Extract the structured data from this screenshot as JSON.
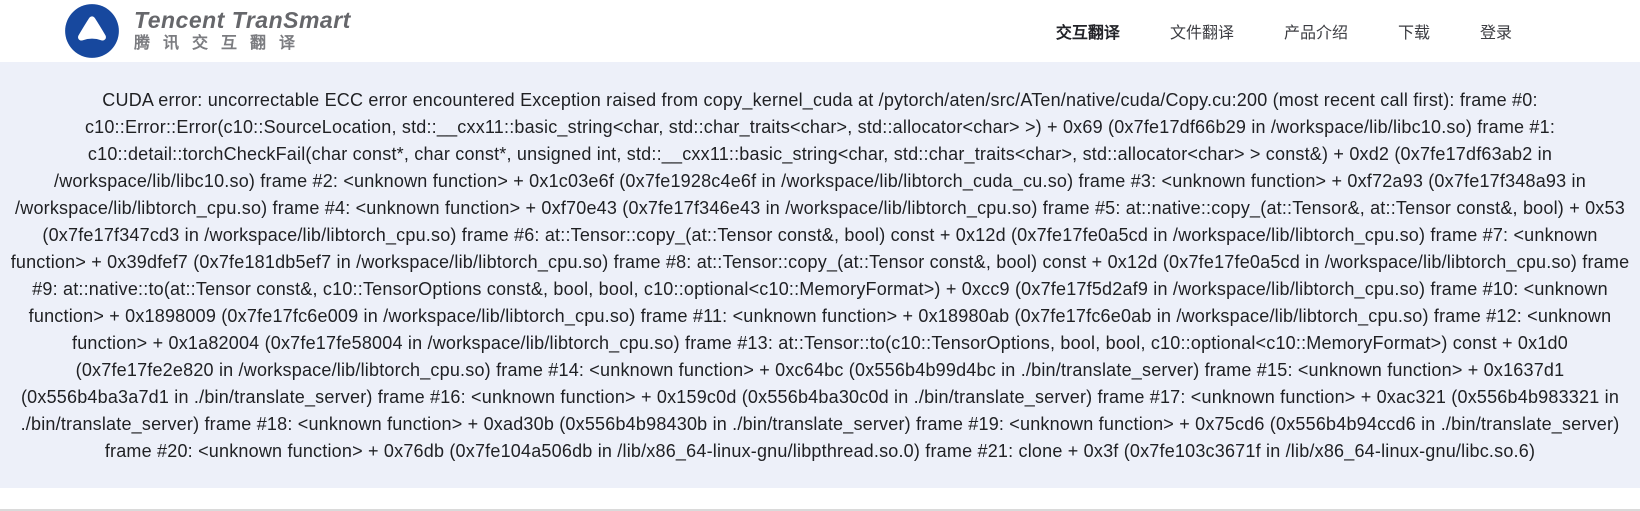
{
  "header": {
    "logo": {
      "title": "Tencent TranSmart",
      "subtitle": "腾讯交互翻译"
    },
    "nav": [
      {
        "label": "交互翻译",
        "active": true
      },
      {
        "label": "文件翻译",
        "active": false
      },
      {
        "label": "产品介绍",
        "active": false
      },
      {
        "label": "下载",
        "active": false
      },
      {
        "label": "登录",
        "active": false
      }
    ]
  },
  "main": {
    "error_text": "CUDA error: uncorrectable ECC error encountered Exception raised from copy_kernel_cuda at /pytorch/aten/src/ATen/native/cuda/Copy.cu:200 (most recent call first): frame #0: c10::Error::Error(c10::SourceLocation, std::__cxx11::basic_string<char, std::char_traits<char>, std::allocator<char> >) + 0x69 (0x7fe17df66b29 in /workspace/lib/libc10.so) frame #1: c10::detail::torchCheckFail(char const*, char const*, unsigned int, std::__cxx11::basic_string<char, std::char_traits<char>, std::allocator<char> > const&) + 0xd2 (0x7fe17df63ab2 in /workspace/lib/libc10.so) frame #2: <unknown function> + 0x1c03e6f (0x7fe1928c4e6f in /workspace/lib/libtorch_cuda_cu.so) frame #3: <unknown function> + 0xf72a93 (0x7fe17f348a93 in /workspace/lib/libtorch_cpu.so) frame #4: <unknown function> + 0xf70e43 (0x7fe17f346e43 in /workspace/lib/libtorch_cpu.so) frame #5: at::native::copy_(at::Tensor&, at::Tensor const&, bool) + 0x53 (0x7fe17f347cd3 in /workspace/lib/libtorch_cpu.so) frame #6: at::Tensor::copy_(at::Tensor const&, bool) const + 0x12d (0x7fe17fe0a5cd in /workspace/lib/libtorch_cpu.so) frame #7: <unknown function> + 0x39dfef7 (0x7fe181db5ef7 in /workspace/lib/libtorch_cpu.so) frame #8: at::Tensor::copy_(at::Tensor const&, bool) const + 0x12d (0x7fe17fe0a5cd in /workspace/lib/libtorch_cpu.so) frame #9: at::native::to(at::Tensor const&, c10::TensorOptions const&, bool, bool, c10::optional<c10::MemoryFormat>) + 0xcc9 (0x7fe17f5d2af9 in /workspace/lib/libtorch_cpu.so) frame #10: <unknown function> + 0x1898009 (0x7fe17fc6e009 in /workspace/lib/libtorch_cpu.so) frame #11: <unknown function> + 0x18980ab (0x7fe17fc6e0ab in /workspace/lib/libtorch_cpu.so) frame #12: <unknown function> + 0x1a82004 (0x7fe17fe58004 in /workspace/lib/libtorch_cpu.so) frame #13: at::Tensor::to(c10::TensorOptions, bool, bool, c10::optional<c10::MemoryFormat>) const + 0x1d0 (0x7fe17fe2e820 in /workspace/lib/libtorch_cpu.so) frame #14: <unknown function> + 0xc64bc (0x556b4b99d4bc in ./bin/translate_server) frame #15: <unknown function> + 0x1637d1 (0x556b4ba3a7d1 in ./bin/translate_server) frame #16: <unknown function> + 0x159c0d (0x556b4ba30c0d in ./bin/translate_server) frame #17: <unknown function> + 0xac321 (0x556b4b983321 in ./bin/translate_server) frame #18: <unknown function> + 0xad30b (0x556b4b98430b in ./bin/translate_server) frame #19: <unknown function> + 0x75cd6 (0x556b4b94ccd6 in ./bin/translate_server) frame #20: <unknown function> + 0x76db (0x7fe104a506db in /lib/x86_64-linux-gnu/libpthread.so.0) frame #21: clone + 0x3f (0x7fe103c3671f in /lib/x86_64-linux-gnu/libc.so.6)"
  },
  "colors": {
    "logo_blue": "#17489e",
    "panel_background": "#edf0f9",
    "error_text": "#1f2023",
    "logo_gray": "#66676b"
  }
}
